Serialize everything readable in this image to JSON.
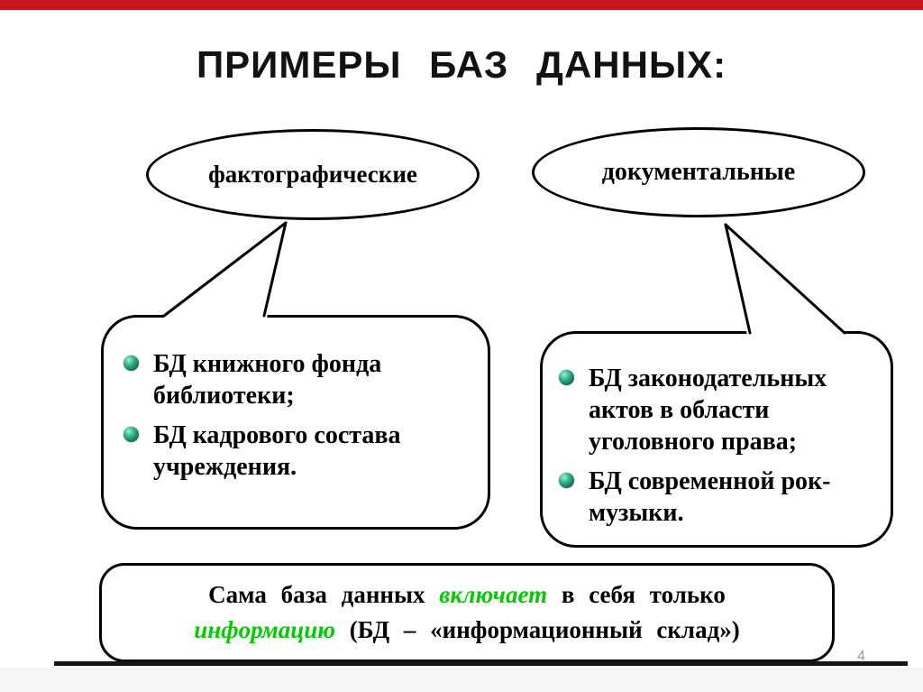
{
  "slide": {
    "title": "ПРИМЕРЫ БАЗ ДАННЫХ:",
    "page_number": "4"
  },
  "ellipses": {
    "left_label": "фактографические",
    "right_label": "документальные"
  },
  "fact_box": {
    "items": [
      "БД книжного фонда библиотеки;",
      "БД кадрового состава учреждения."
    ]
  },
  "doc_box": {
    "items": [
      "БД законодательных актов в области уголовного права;",
      "БД современной рок-музыки."
    ]
  },
  "summary": {
    "part1": "Сама база данных ",
    "highlight1": "включает",
    "part2": " в себя только",
    "highlight2": "информацию",
    "part3": " (БД – «информационный склад»)"
  },
  "colors": {
    "top_bar": "#c9151b",
    "bottom_rule": "#141414",
    "highlight_green": "#00cc00",
    "bullet_teal": "#15755a",
    "page_number_gray": "#999999"
  }
}
